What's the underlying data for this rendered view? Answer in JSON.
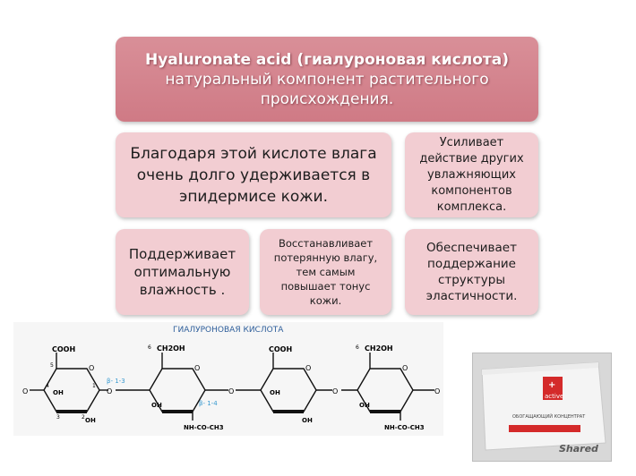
{
  "title": {
    "line1": "Hyaluronate acid (гиалуроновая кислота)",
    "line2": "натуральный компонент растительного",
    "line3": "происхождения."
  },
  "boxes": {
    "moisture_retention": [
      "Благодаря этой кислоте влага",
      "очень долго удерживается в",
      "эпидермисе кожи."
    ],
    "enhances": [
      "Усиливает",
      "действие других",
      "увлажняющих",
      "компонентов",
      "комплекса."
    ],
    "supports_humidity": [
      "Поддерживает",
      "оптимальную",
      "влажность ."
    ],
    "restores": [
      "Восстанавливает",
      "потерянную влагу,",
      "тем самым",
      "повышает тонус",
      "кожи."
    ],
    "elasticity": [
      "Обеспечивает",
      "поддержание",
      "структуры",
      "эластичности."
    ]
  },
  "diagram": {
    "title": "ГИАЛУРОНОВАЯ КИСЛОТА",
    "beta13": "β- 1-3",
    "beta14": "β- 1-4",
    "cooh": "COOH",
    "ch2oh": "CH2OH",
    "oh": "OH",
    "o": "O",
    "nhco": "NH-CO-CH3",
    "numbers": [
      "1",
      "2",
      "3",
      "4",
      "5",
      "6"
    ]
  },
  "product": {
    "brand": "active",
    "caption": "ОБОГАЩАЮЩИЙ КОНЦЕНТРАТ",
    "watermark": "Shared"
  },
  "colors": {
    "title_box": "#d4838d",
    "pink_box": "#f2cdd2",
    "diagram_title": "#2f5f9b",
    "beta_label": "#3a9ad0",
    "product_red": "#d42a2a"
  }
}
